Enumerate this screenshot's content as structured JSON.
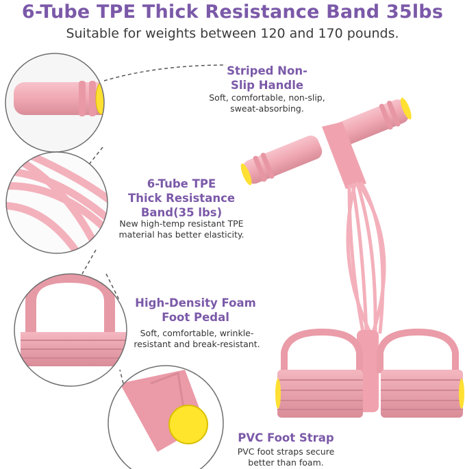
{
  "header": {
    "title": "6-Tube TPE Thick Resistance Band 35lbs",
    "subtitle": "Suitable for weights between 120 and 170 pounds."
  },
  "features": [
    {
      "title_line1": "Striped Non-",
      "title_line2": "Slip Handle",
      "desc_line1": "Soft, comfortable, non-slip,",
      "desc_line2": "sweat-absorbing."
    },
    {
      "title_line1": "6-Tube TPE",
      "title_line2": "Thick Resistance",
      "title_line3": "Band(35 lbs)",
      "desc_line1": "New high-temp resistant TPE",
      "desc_line2": "material has better elasticity."
    },
    {
      "title_line1": "High-Density Foam",
      "title_line2": "Foot Pedal",
      "desc_line1": "Soft, comfortable, wrinkle-",
      "desc_line2": "resistant and break-resistant."
    },
    {
      "title_line1": "PVC Foot Strap",
      "desc_line1": "PVC foot straps secure",
      "desc_line2": "better than foam."
    }
  ],
  "colors": {
    "accent_purple": "#7b59a8",
    "product_pink": "#f2aab5",
    "cap_yellow": "#ffe033",
    "circle_border": "#6e6e6e"
  },
  "icons": [
    "handle-closeup-image",
    "tube-closeup-image",
    "pedal-closeup-image",
    "strap-closeup-image",
    "product-image"
  ]
}
